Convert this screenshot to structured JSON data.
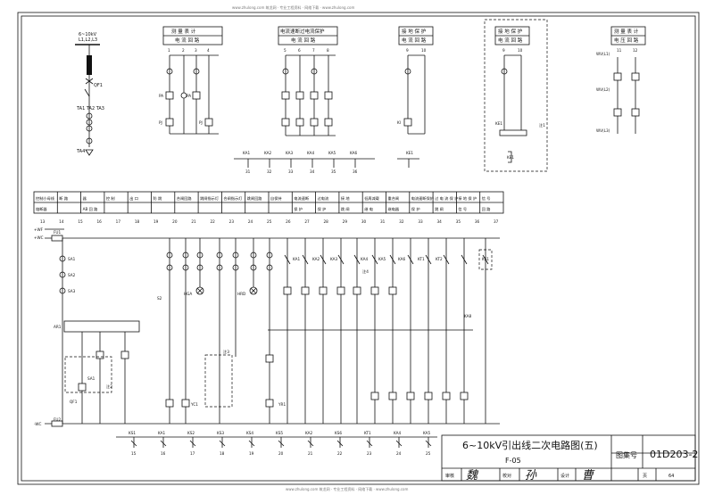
{
  "header_note": "www.zhulong.com  筑龙网 · 专业工程资料 · 网络下载 · www.zhulong.com",
  "footer_note": "www.zhulong.com  筑龙网 · 专业工程资料 · 网络下载 · www.zhulong.com",
  "single_line": {
    "voltage": "6~10kV",
    "bus": "L1,L2,L3",
    "breaker": "QF1",
    "ct": "TA1 TA2 TA3",
    "ct_zero": "TA4"
  },
  "top_groups": [
    {
      "id": "g1",
      "title": "测 量 表 计",
      "subtitle": "电 流 回 路",
      "cols": [
        "1",
        "2",
        "3",
        "4"
      ]
    },
    {
      "id": "g2",
      "title": "电流速断过电流保护",
      "subtitle": "电 流 回 路",
      "cols": [
        "5",
        "6",
        "7",
        "8"
      ]
    },
    {
      "id": "g3",
      "title": "接 地 保 护",
      "subtitle": "电 流 回 路",
      "cols": [
        "9",
        "10"
      ]
    },
    {
      "id": "g4",
      "title": "接 地 保 护",
      "subtitle": "电 流 回 路",
      "cols": [
        "9",
        "10"
      ]
    },
    {
      "id": "g5",
      "title": "测 量 表 计",
      "subtitle": "电 压 回 路",
      "cols": [
        "11",
        "12"
      ]
    }
  ],
  "top_labels": {
    "pa": "PA",
    "pj": "PJ",
    "ka": "KA",
    "ki": "KI",
    "ke1": "KE1",
    "wv1": "WV(L1)",
    "wv2": "WV(L2)",
    "wv3": "WV(L3)",
    "note1": "注1"
  },
  "contact_row": [
    "KA1",
    "KA2",
    "KA3",
    "KA4",
    "KA5",
    "KA6"
  ],
  "contact_row_nums": [
    "31",
    "32",
    "33",
    "34",
    "35",
    "36"
  ],
  "relay_ke1": "KE1",
  "ke_box": "KE1",
  "func_headers": [
    {
      "top": "控制小母线",
      "bot": "熔断器"
    },
    {
      "top": "断 路",
      "bot": ""
    },
    {
      "top": "器",
      "bot": "AB 回 路"
    },
    {
      "top": "控 制",
      "bot": ""
    },
    {
      "top": "出 口",
      "bot": ""
    },
    {
      "top": "防 跳",
      "bot": ""
    },
    {
      "top": "合闸回路",
      "bot": ""
    },
    {
      "top": "跳闸指示灯",
      "bot": ""
    },
    {
      "top": "合闸指示灯",
      "bot": ""
    },
    {
      "top": "跳闸回路",
      "bot": ""
    },
    {
      "top": "自保持",
      "bot": ""
    },
    {
      "top": "电流速断",
      "bot": "保 护"
    },
    {
      "top": "过电流",
      "bot": "保 护"
    },
    {
      "top": "接 地",
      "bot": "跳 闸"
    },
    {
      "top": "低周减载",
      "bot": "继 电"
    },
    {
      "top": "重合闸",
      "bot": "继电器"
    },
    {
      "top": "电流速断保护",
      "bot": "保 护"
    },
    {
      "top": "过 电 流 保 护",
      "bot": "跳 闸"
    },
    {
      "top": "接 地 保 护",
      "bot": "信 号"
    },
    {
      "top": "信 号",
      "bot": "回 路"
    }
  ],
  "col_numbers": [
    "13",
    "14",
    "15",
    "16",
    "17",
    "18",
    "19",
    "20",
    "21",
    "22",
    "23",
    "24",
    "25",
    "26",
    "27",
    "28",
    "29",
    "30",
    "31",
    "32",
    "33",
    "34",
    "35",
    "36",
    "37"
  ],
  "bus_labels": {
    "top1": "+WF",
    "top2": "+WC",
    "bot": "-WC",
    "fu1": "FU1",
    "fu2": "FU2"
  },
  "mid_labels": [
    "SA1",
    "SA2",
    "SA3",
    "AR1",
    "QF1",
    "SA1",
    "S2",
    "HGA",
    "HRD",
    "KA1",
    "KA2",
    "KA3",
    "KA4",
    "KA5",
    "KA6",
    "KT1",
    "KT2",
    "KA8",
    "KS1",
    "YR1",
    "YC1",
    "注2",
    "注3",
    "注4"
  ],
  "bottom_contacts": [
    {
      "name": "KS1",
      "n": "15"
    },
    {
      "name": "KA1",
      "n": "16"
    },
    {
      "name": "KS2",
      "n": "17"
    },
    {
      "name": "KS3",
      "n": "18"
    },
    {
      "name": "KS4",
      "n": "19"
    },
    {
      "name": "KS5",
      "n": "20"
    },
    {
      "name": "KA2",
      "n": "21"
    },
    {
      "name": "KS6",
      "n": "22"
    },
    {
      "name": "KT1",
      "n": "23"
    },
    {
      "name": "KA4",
      "n": "24"
    },
    {
      "name": "KA5",
      "n": "25"
    }
  ],
  "title_block": {
    "title": "6~10kV引出线二次电路图(五)",
    "drawing_no": "F-05",
    "atlas_label": "图集号",
    "atlas_no": "01D203-2",
    "review": "审核",
    "check": "校对",
    "design": "设计",
    "page_label": "页",
    "page": "64"
  }
}
